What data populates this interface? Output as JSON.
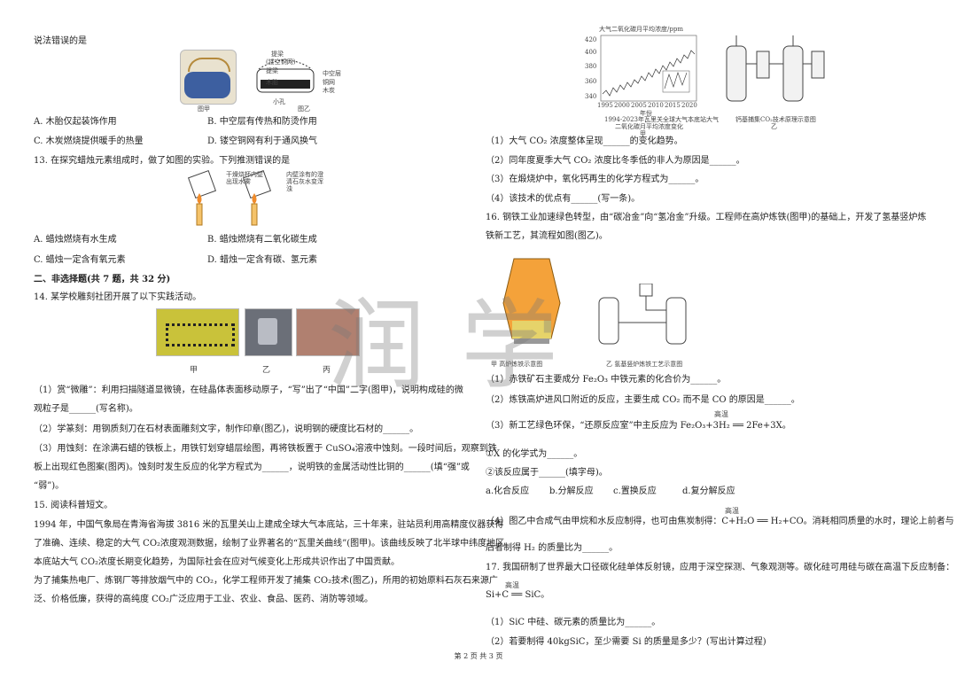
{
  "left": {
    "q12_stem": "说法错误的是",
    "q12_fig_labels": {
      "a": "提梁",
      "b": "(镂空铜网)",
      "c": "提梁",
      "d": "木胎",
      "e": "中空层",
      "f": "铜网",
      "g": "木炭",
      "h": "小孔",
      "fig1": "图甲",
      "fig2": "图乙"
    },
    "q12_A": "A. 木胎仅起装饰作用",
    "q12_B": "B. 中空层有传热和防烫作用",
    "q12_C": "C. 木炭燃烧提供暖手的热量",
    "q12_D": "D. 镂空铜网有利于通风换气",
    "q13_stem": "13. 在探究蜡烛元素组成时，做了如图的实验。下列推测错误的是",
    "q13_fig1": "干燥烧杯内壁出现水雾",
    "q13_fig2": "内壁涂有的澄清石灰水变浑浊",
    "q13_A": "A. 蜡烛燃烧有水生成",
    "q13_B": "B. 蜡烛燃烧有二氧化碳生成",
    "q13_C": "C. 蜡烛一定含有氧元素",
    "q13_D": "D. 蜡烛一定含有碳、氢元素",
    "section2": "二、非选择题(共 7 题，共 32 分)",
    "q14_stem": "14. 某学校雕刻社团开展了以下实践活动。",
    "q14_labels": [
      "甲",
      "乙",
      "丙"
    ],
    "q14_1a": "（1）赏“微雕”：利用扫描隧道显微镜，在硅晶体表面移动原子，“写”出了“中国”二字(图甲)，说明构成硅的微",
    "q14_1b": "观粒子是______(写名称)。",
    "q14_2": "（2）学篆刻：用钢质刻刀在石材表面雕刻文字，制作印章(图乙)，说明钢的硬度比石材的______。",
    "q14_3a": "（3）用蚀刻：在涂满石蜡的铁板上，用铁钉划穿蜡层绘图，再将铁板置于 CuSO₄溶液中蚀刻。一段时间后，观察到铁",
    "q14_3b": "板上出现红色图案(图丙)。蚀刻时发生反应的化学方程式为______，说明铁的金属活动性比铜的______(填“强”或",
    "q14_3c": "“弱”)。",
    "q15_stem": "15. 阅读科普短文。",
    "q15_p1a": "1994 年，中国气象局在青海省海拔 3816 米的瓦里关山上建成全球大气本底站，三十年来，驻站员利用高精度仪器获得",
    "q15_p1b": "了准确、连续、稳定的大气 CO₂浓度观测数据，绘制了业界著名的“瓦里关曲线”(图甲)。该曲线反映了北半球中纬度地区",
    "q15_p1c": "本底站大气 CO₂浓度长期变化趋势，为国际社会在应对气候变化上形成共识作出了中国贡献。",
    "q15_p2a": "为了捕集热电厂、炼钢厂等排放烟气中的 CO₂，化学工程师开发了捕集 CO₂技术(图乙)，所用的初始原料石灰石来源广",
    "q15_p2b": "泛、价格低廉，获得的高纯度 CO₂广泛应用于工业、农业、食品、医药、消防等领域。"
  },
  "right": {
    "chart_title": "大气二氧化碳月平均浓度/ppm",
    "chart_caption1": "1994-2023年瓦里关全球大气本底站大气",
    "chart_caption2": "二氧化碳月平均浓度变化",
    "chart_fig": "甲",
    "yticks": [
      "420",
      "400",
      "380",
      "360",
      "340"
    ],
    "xticks": [
      "1995",
      "2000",
      "2005",
      "2010",
      "2015",
      "2020"
    ],
    "xlabel": "年份",
    "plant_caption": "钙基捕集CO₂技术原理示意图",
    "plant_fig": "乙",
    "q15_1": "（1）大气 CO₂ 浓度整体呈现______的变化趋势。",
    "q15_2": "（2）同年度夏季大气 CO₂ 浓度比冬季低的非人为原因是______。",
    "q15_3": "（3）在煅烧炉中，氧化钙再生的化学方程式为______。",
    "q15_4": "（4）该技术的优点有______(写一条)。",
    "q16_a": "16. 钢铁工业加速绿色转型，由“碳冶金”向“氢冶金”升级。工程师在高炉炼铁(图甲)的基础上，开发了氢基竖炉炼",
    "q16_b": "铁新工艺，其流程如图(图乙)。",
    "furnace_caption": "甲 高炉炼铁示意图",
    "shaft_caption": "乙 氢基竖炉炼铁工艺示意图",
    "q16_1": "（1）赤铁矿石主要成分 Fe₂O₃ 中铁元素的化合价为______。",
    "q16_2": "（2）炼铁高炉进风口附近的反应，主要生成 CO₂ 而不是 CO 的原因是______。",
    "q16_3": "（3）新工艺绿色环保，“还原反应室”中主反应为 Fe₂O₃+3H₂ ══ 2Fe+3X。",
    "q16_3_cond": "高温",
    "q16_3i": "①X 的化学式为______。",
    "q16_3ii": "②该反应属于______(填字母)。",
    "q16_opts": [
      "a.化合反应",
      "b.分解反应",
      "c.置换反应",
      "d.复分解反应"
    ],
    "q16_4a": "（4）图乙中合成气由甲烷和水反应制得，也可由焦炭制得：C+H₂O ══ H₂+CO。消耗相同质量的水时，理论上前者与",
    "q16_4_cond": "高温",
    "q16_4b": "后者制得 H₂ 的质量比为______。",
    "q17_a": "17. 我国研制了世界最大口径碳化硅单体反射镜，应用于深空探测、气象观测等。碳化硅可用硅与碳在高温下反应制备：",
    "q17_eq": "Si+C ══ SiC。",
    "q17_cond": "高温",
    "q17_1": "（1）SiC 中硅、碳元素的质量比为______。",
    "q17_2": "（2）若要制得 40kgSiC，至少需要 Si 的质量是多少？(写出计算过程)"
  },
  "watermark": "润学",
  "footer": "第 2 页 共 3 页"
}
